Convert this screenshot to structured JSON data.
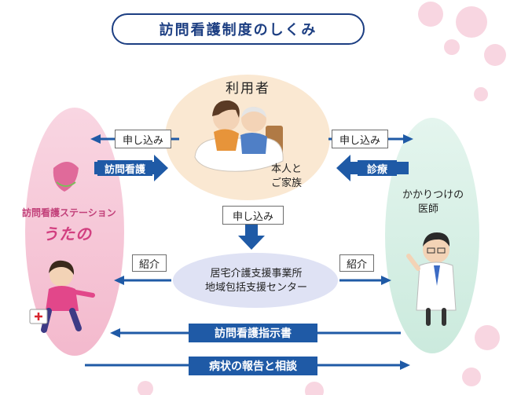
{
  "title": "訪問看護制度のしくみ",
  "user": {
    "title": "利用者",
    "caption_line1": "本人と",
    "caption_line2": "ご家族"
  },
  "station": {
    "name": "訪問看護ステーション",
    "logo_text": "うたの"
  },
  "doctor": {
    "line1": "かかりつけの",
    "line2": "医師"
  },
  "center": {
    "line1": "居宅介護支援事業所",
    "line2": "地域包括支援センター"
  },
  "arrows": {
    "apply_left": "申し込み",
    "visit_nursing": "訪問看護",
    "apply_right": "申し込み",
    "treatment": "診療",
    "apply_center": "申し込み",
    "intro_left": "紹介",
    "intro_right": "紹介",
    "instruction": "訪問看護指示書",
    "report": "病状の報告と相談"
  },
  "colors": {
    "navy": "#1c3e82",
    "arrow_blue": "#1f5aa6",
    "pink": "#f6c9d8",
    "peach": "#fae8d2",
    "mint": "#d8f0e6",
    "lavender": "#dfe2f4"
  }
}
